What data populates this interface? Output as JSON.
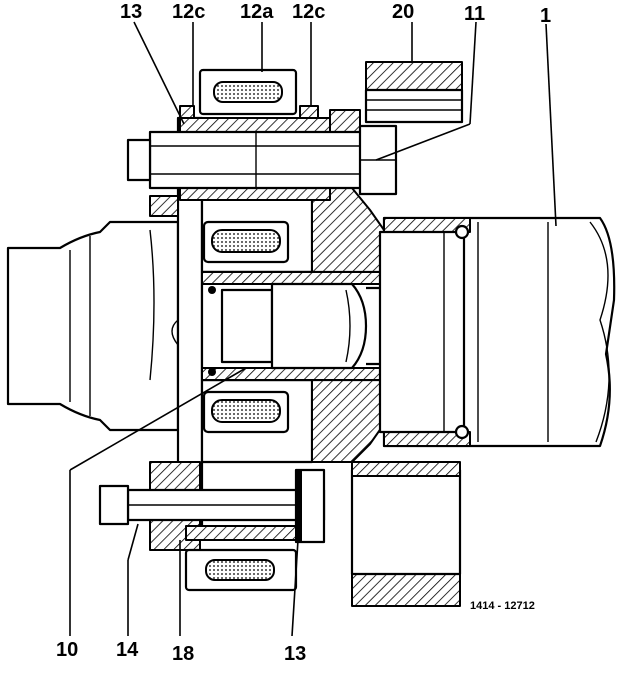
{
  "labels": {
    "l13_top": "13",
    "l12c_left": "12c",
    "l12a": "12a",
    "l12c_right": "12c",
    "l20": "20",
    "l11": "11",
    "l1": "1",
    "l10": "10",
    "l14": "14",
    "l18": "18",
    "l13_bottom": "13"
  },
  "figure_number": "1414 - 12712"
}
